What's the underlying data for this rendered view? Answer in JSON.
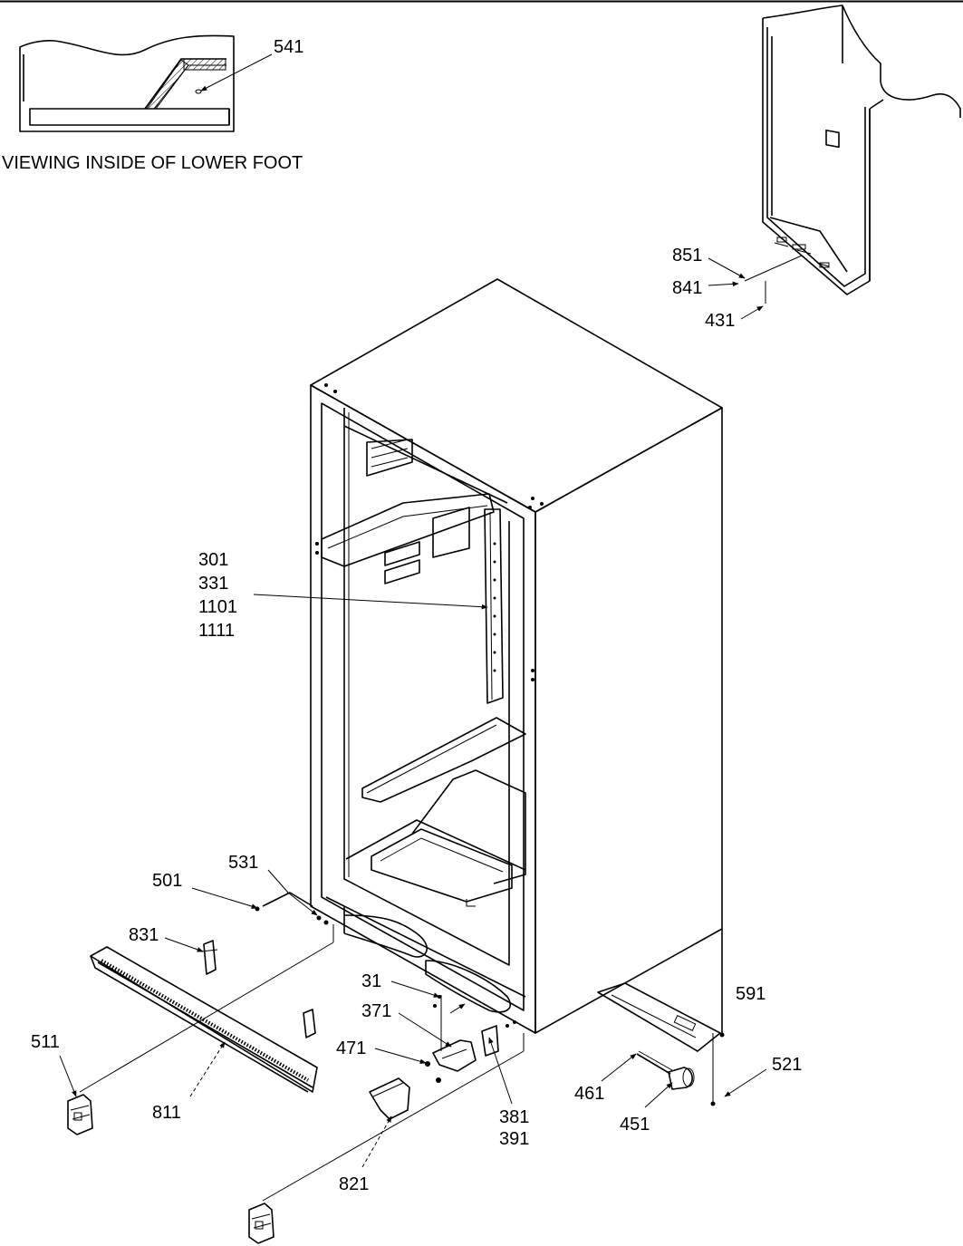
{
  "caption": "VIEWING INSIDE OF LOWER FOOT",
  "labels": {
    "p541": "541",
    "p851": "851",
    "p841": "841",
    "p431": "431",
    "p301": "301",
    "p331": "331",
    "p1101": "1101",
    "p1111": "1111",
    "p531": "531",
    "p501": "501",
    "p831": "831",
    "p511": "511",
    "p811": "811",
    "p31": "31",
    "p371": "371",
    "p471": "471",
    "p381": "381",
    "p391": "391",
    "p821": "821",
    "p591": "591",
    "p521": "521",
    "p461": "461",
    "p451": "451"
  }
}
